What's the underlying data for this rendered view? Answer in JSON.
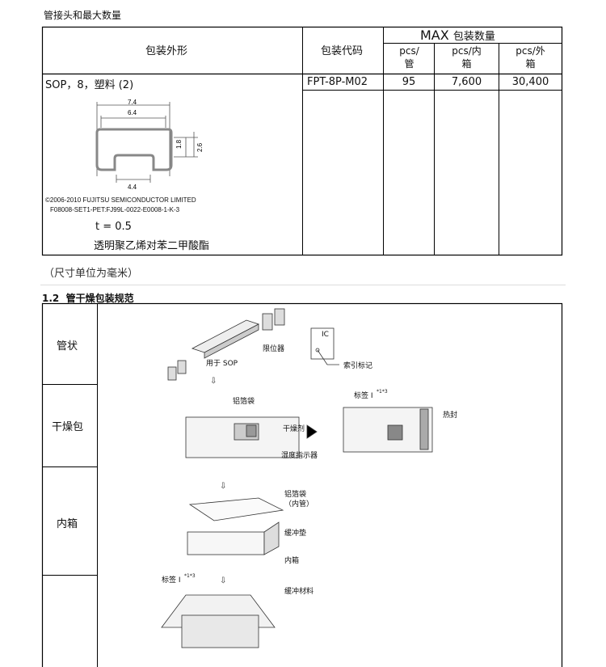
{
  "section_top": {
    "title": "管接头和最大数量"
  },
  "table": {
    "header_shape": "包装外形",
    "header_code": "包装代码",
    "header_max_prefix": "MAX",
    "header_max_suffix": "包装数量",
    "col_tube": [
      "pcs/",
      "管"
    ],
    "col_inner": [
      "pcs/内",
      "箱"
    ],
    "col_outer": [
      "pcs/外",
      "箱"
    ],
    "row": {
      "shape": "SOP，8，塑料 (2)",
      "code": "FPT-8P-M02",
      "tube": "95",
      "inner": "7,600",
      "outer": "30,400"
    },
    "dims": {
      "d1": "7.4",
      "d2": "6.4",
      "d3": "1.8",
      "d4": "2.6",
      "d5": "4.4"
    },
    "copyright": "©2006-2010 FUJITSU SEMICONDUCTOR LIMITED",
    "drawing_no": "F08008-SET1-PET:FJ99L-0022-E0008-1-K-3",
    "thickness": "t = 0.5",
    "material": "透明聚乙烯对苯二甲酸酯"
  },
  "unit_note": "（尺寸单位为毫米）",
  "section2": {
    "number": "1.2",
    "title": "管干燥包装规范",
    "rows": [
      "管状",
      "干燥包",
      "内箱"
    ],
    "labels": {
      "limiter": "限位器",
      "for_sop": "用于 SOP",
      "ic": "IC",
      "index_mark": "索引标记",
      "al_bag": "铝箔袋",
      "desiccant": "干燥剂",
      "humidity": "湿度指示器",
      "label1": "标签 I",
      "label_sup": "*1*3",
      "heat_seal": "热封",
      "al_bag2": "铝箔袋",
      "inner_tube": "（内管）",
      "cushion_pad": "缓冲垫",
      "inner_box": "内箱",
      "label2": "标签 I",
      "cushion_mat": "缓冲材料"
    }
  }
}
